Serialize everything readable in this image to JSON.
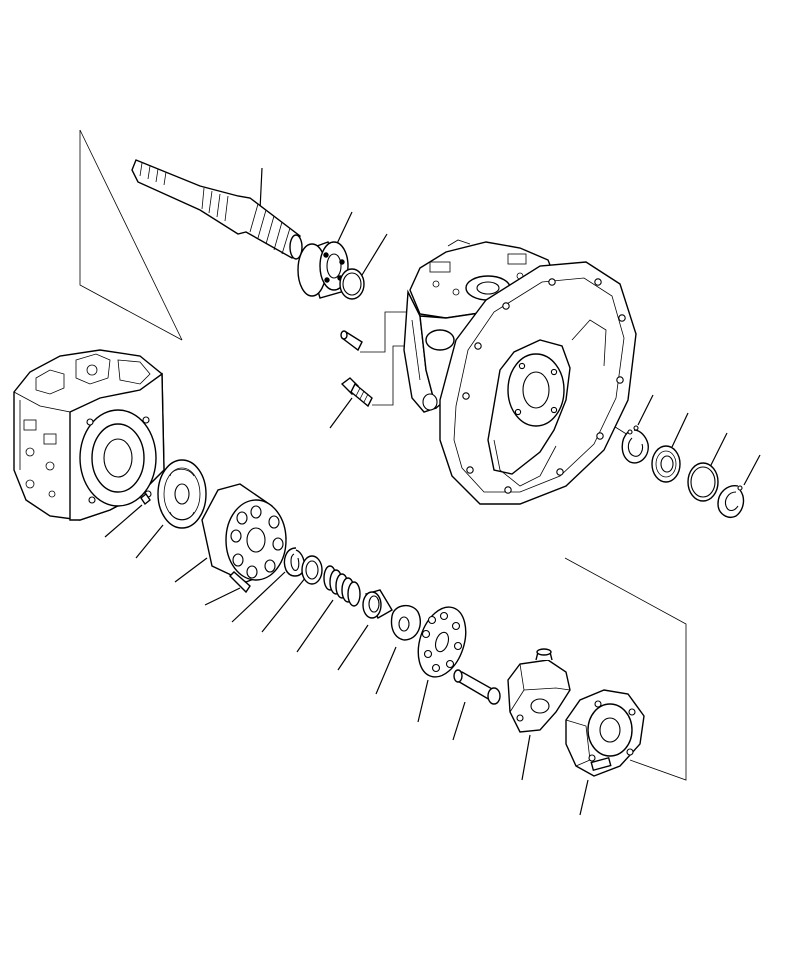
{
  "diagram": {
    "background": "#ffffff",
    "ink": "#000000",
    "parts": [
      {
        "name": "drive-shaft"
      },
      {
        "name": "shaft-bearing"
      },
      {
        "name": "shaft-snap-ring"
      },
      {
        "name": "dowel-pin"
      },
      {
        "name": "housing-bolt"
      },
      {
        "name": "pump-case-with-flange"
      },
      {
        "name": "retaining-snap-ring"
      },
      {
        "name": "oil-seal"
      },
      {
        "name": "o-ring"
      },
      {
        "name": "internal-snap-ring"
      },
      {
        "name": "valve-block-housing"
      },
      {
        "name": "valve-plate-pin"
      },
      {
        "name": "valve-plate"
      },
      {
        "name": "cylinder-block"
      },
      {
        "name": "block-pin"
      },
      {
        "name": "spring-snap-ring"
      },
      {
        "name": "spring-seat"
      },
      {
        "name": "block-spring"
      },
      {
        "name": "spherical-bushing-seat"
      },
      {
        "name": "spherical-bushing"
      },
      {
        "name": "retainer-plate"
      },
      {
        "name": "piston-shoe"
      },
      {
        "name": "swash-plate"
      },
      {
        "name": "shoe-plate-support"
      }
    ]
  }
}
